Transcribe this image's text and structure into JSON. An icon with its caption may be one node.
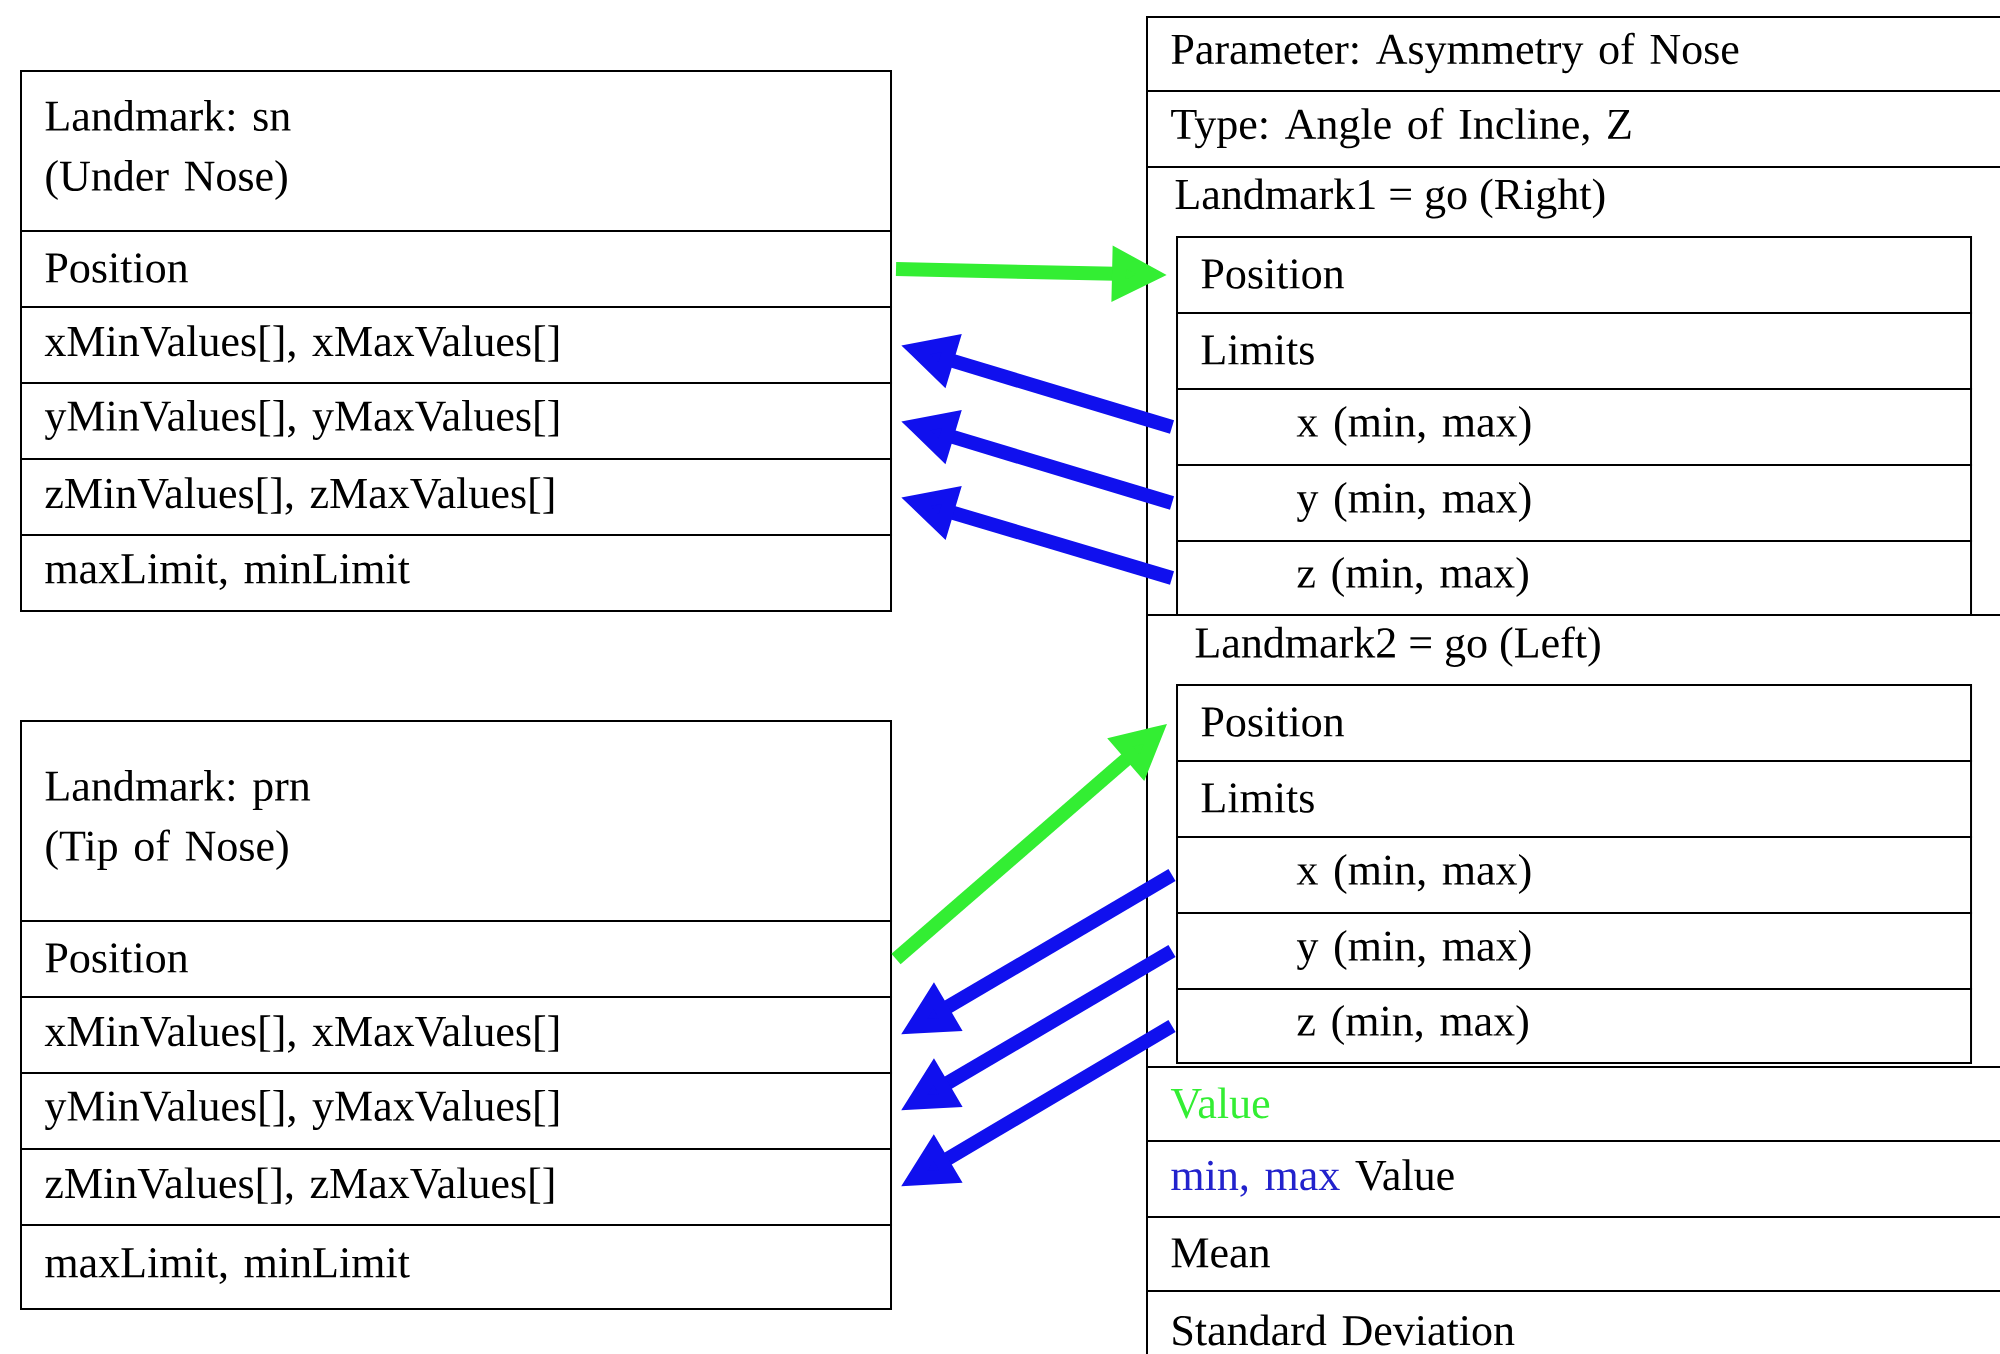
{
  "diagram": {
    "nodes": [
      {
        "text": [
          "Landmark: sn (Under Nose)"
        ]
      },
      {
        "text": [
          "Position"
        ]
      },
      {
        "text": [
          "xMinValues[], xMaxValues[]"
        ]
      },
      {
        "text": [
          "yMinValues[], yMaxValues[]"
        ]
      },
      {
        "text": [
          "zMinValues[], zMaxValues[]"
        ]
      },
      {
        "text": [
          "maxLimit, minLimit"
        ]
      },
      {
        "text": [
          "Landmark: prn (Tip of Nose)"
        ]
      },
      {
        "text": [
          "Position"
        ]
      },
      {
        "text": [
          "xMinValues[], xMaxValues[]"
        ]
      },
      {
        "text": [
          "yMinValues[], yMaxValues[]"
        ]
      },
      {
        "text": [
          "zMinValues[], zMaxValues[]"
        ]
      },
      {
        "text": [
          "maxLimit, minLimit"
        ]
      },
      {
        "text": [
          "Parameter: Asymmetry of Nose"
        ]
      },
      {
        "text": [
          "Type: Angle of Incline, Z"
        ]
      },
      {
        "text": [
          "Landmark1 = go (Right)"
        ]
      },
      {
        "text": [
          "Position"
        ],
        "in": 14
      },
      {
        "text": [
          "Limits"
        ],
        "in": 14
      },
      {
        "text": [
          "x (min, max)"
        ],
        "in": 14
      },
      {
        "text": [
          "y (min, max)"
        ],
        "in": 14
      },
      {
        "text": [
          "z (min, max)"
        ],
        "in": 14
      },
      {
        "text": [
          "Landmark2 = go (Left)"
        ]
      },
      {
        "text": [
          "Position"
        ],
        "in": 20
      },
      {
        "text": [
          "Limits"
        ],
        "in": 20
      },
      {
        "text": [
          "x (min, max)"
        ],
        "in": 20
      },
      {
        "text": [
          "y (min, max)"
        ],
        "in": 20
      },
      {
        "text": [
          "z (min, max)"
        ],
        "in": 20
      },
      {
        "text": [
          "Value"
        ]
      },
      {
        "text": [
          "min, max",
          "Value"
        ]
      },
      {
        "text": [
          "Mean"
        ]
      },
      {
        "text": [
          "Standard Deviation"
        ]
      }
    ],
    "edges": [
      {
        "from": 1,
        "to": 15,
        "arrow": "to",
        "color": "#33ee33"
      },
      {
        "from": 17,
        "to": 2,
        "arrow": "to"
      },
      {
        "from": 18,
        "to": 3,
        "arrow": "to"
      },
      {
        "from": 19,
        "to": 4,
        "arrow": "to"
      },
      {
        "from": 7,
        "to": 21,
        "arrow": "to",
        "color": "#33ee33"
      },
      {
        "from": 23,
        "to": 8,
        "arrow": "to"
      },
      {
        "from": 24,
        "to": 9,
        "arrow": "to"
      },
      {
        "from": 25,
        "to": 10,
        "arrow": "to"
      }
    ]
  }
}
